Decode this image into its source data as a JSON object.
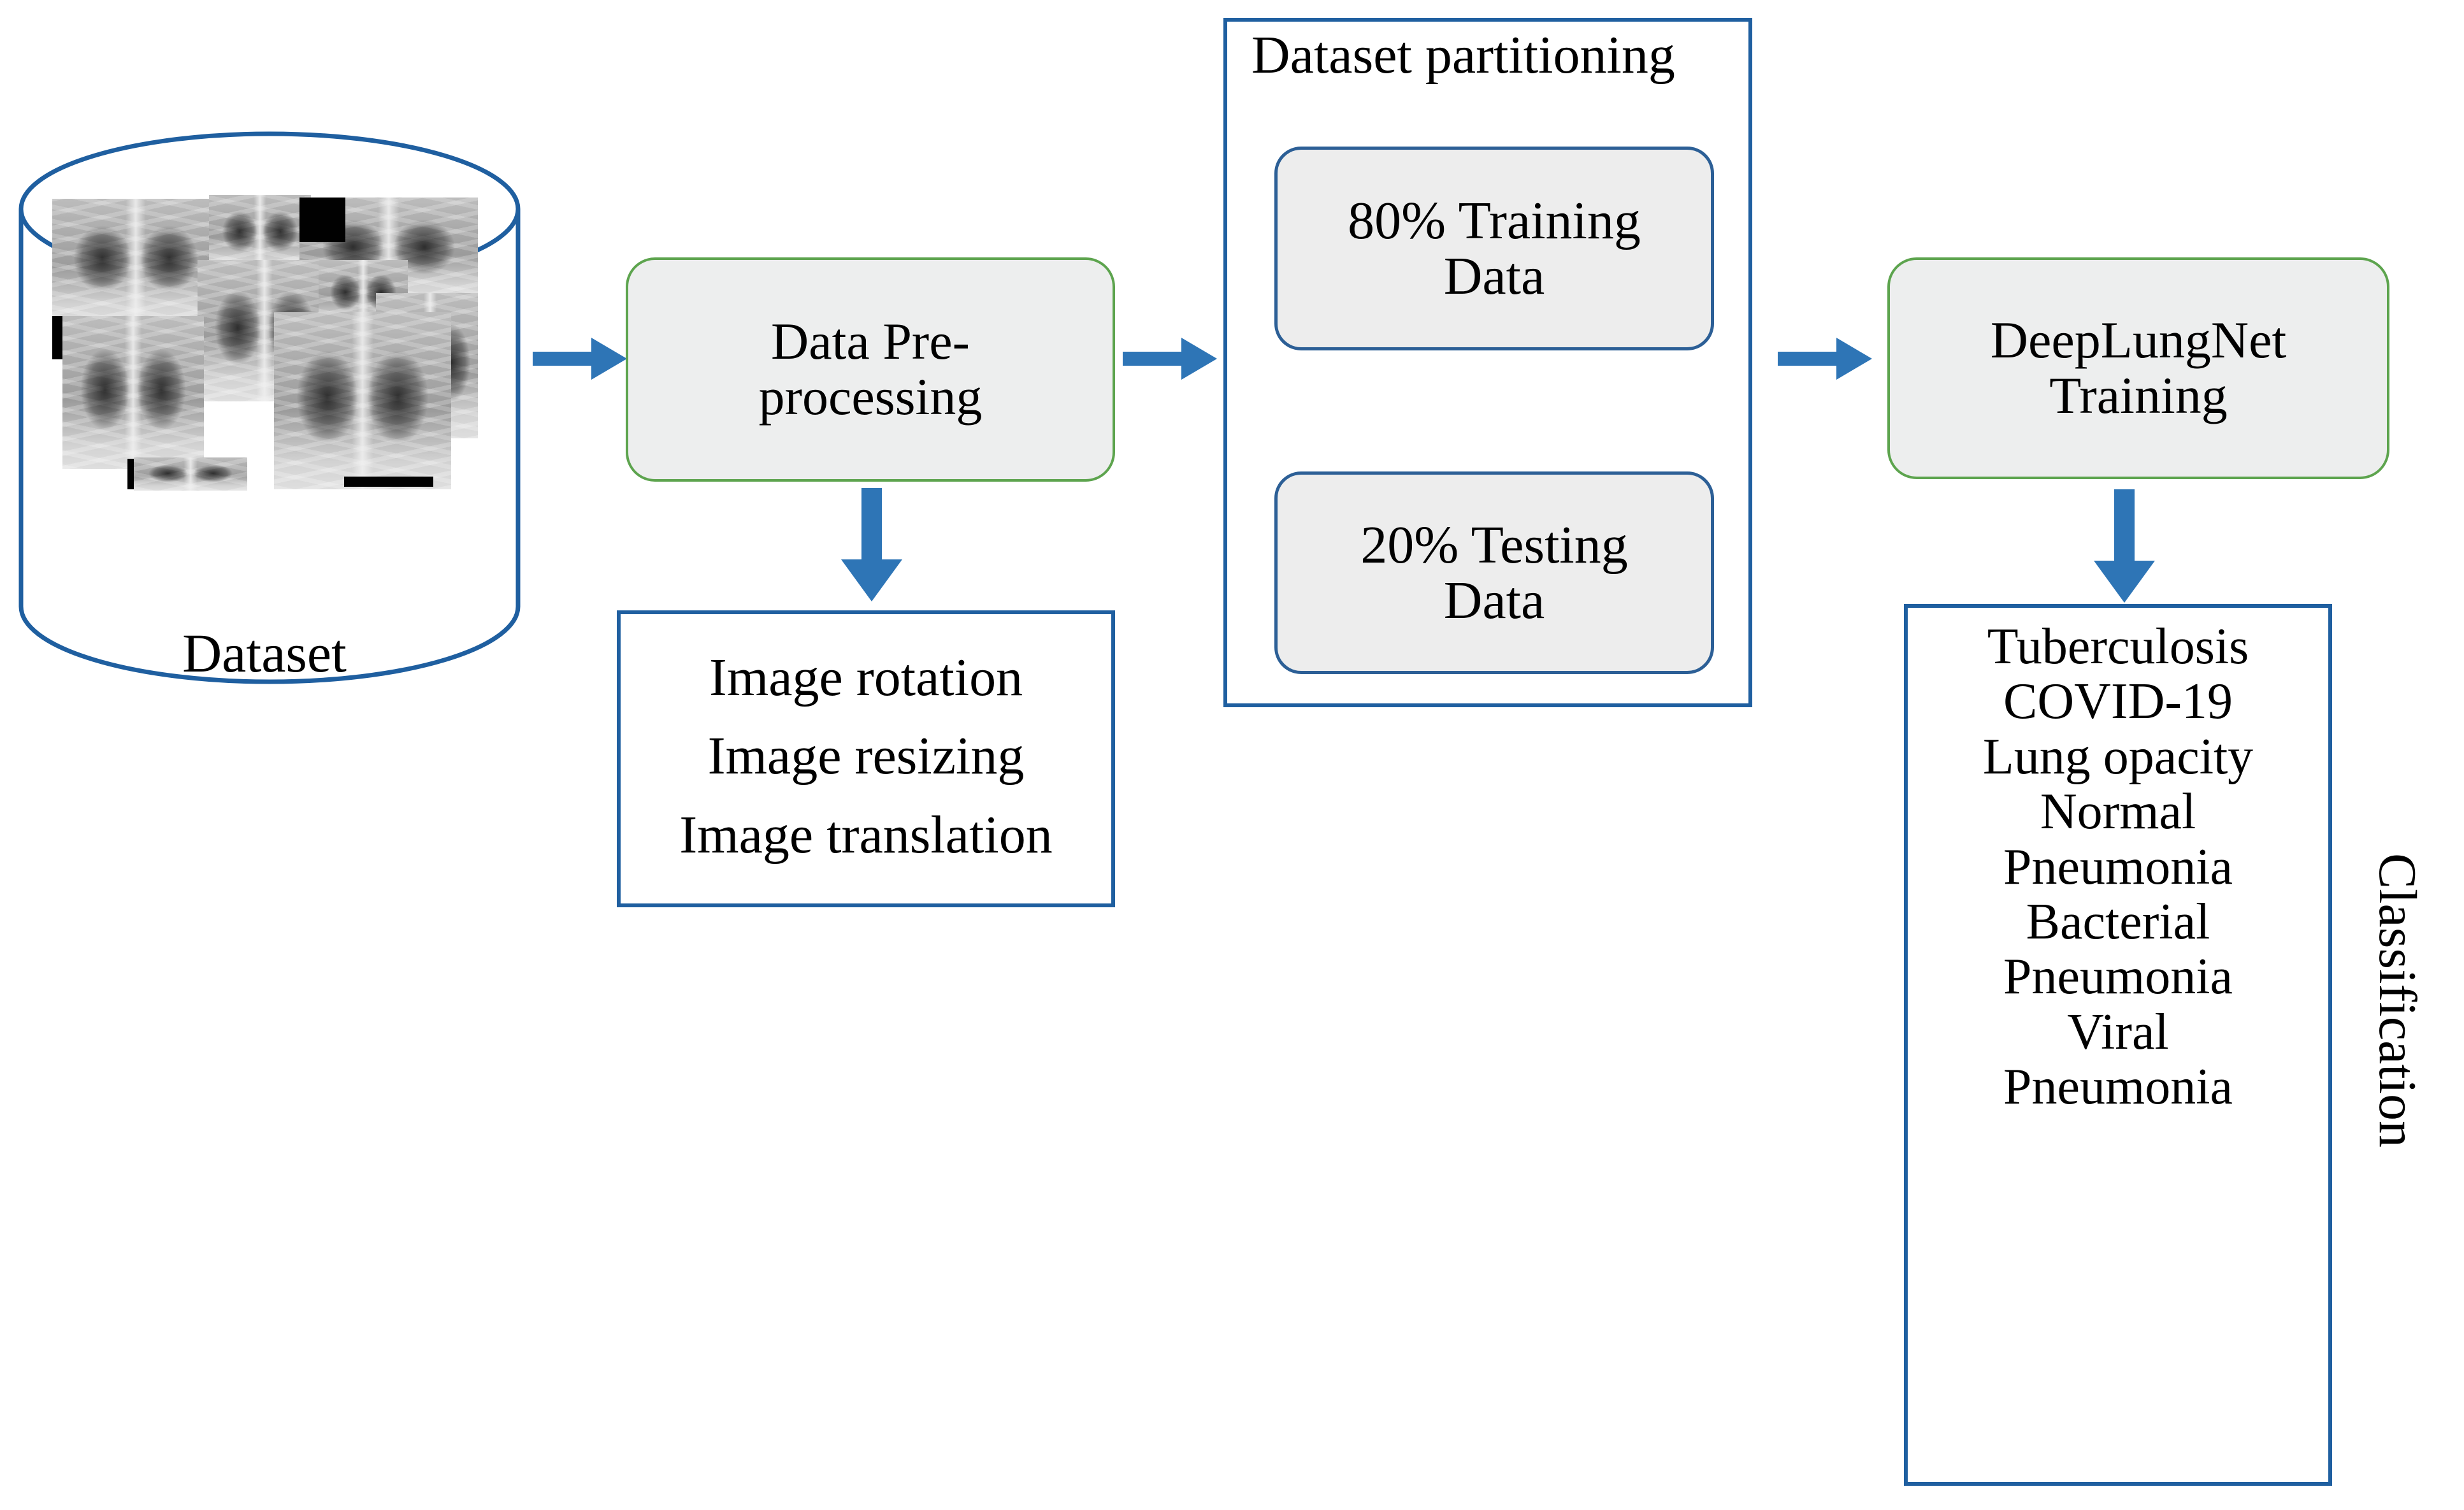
{
  "diagram": {
    "title": "DeepLungNet chest X-ray classification pipeline",
    "colors": {
      "arrow_blue": "#2E75B6",
      "cylinder_blue": "#1F5FA0",
      "box_border_blue": "#1F5FA0",
      "split_border_blue": "#2C5F96",
      "process_border_green": "#5DA44E",
      "process_fill_gray": "#EDEEEE",
      "split_fill_gray": "#EDEDED",
      "text_black": "#000000",
      "page_background": "#FFFFFF"
    }
  },
  "dataset": {
    "label": "Dataset",
    "icon": "database-cylinder-icon",
    "content_icon": "chest-xray-collage-icon",
    "xray_count": 8
  },
  "preprocessing": {
    "label": "Data Pre-\nprocessing",
    "line1": "Data Pre-",
    "line2": "processing"
  },
  "augmentation": {
    "items": [
      "Image rotation",
      "Image resizing",
      "Image translation"
    ]
  },
  "partitioning": {
    "title": "Dataset partitioning",
    "splits": [
      {
        "name": "training",
        "line1": "80% Training",
        "line2": "Data",
        "percent": 80
      },
      {
        "name": "testing",
        "line1": "20% Testing",
        "line2": "Data",
        "percent": 20
      }
    ]
  },
  "training": {
    "line1": "DeepLungNet",
    "line2": "Training"
  },
  "classification": {
    "vertical_label": "Classification",
    "classes": [
      "Tuberculosis",
      "COVID-19",
      "Lung opacity",
      "Normal",
      "Pneumonia",
      "Bacterial",
      "Pneumonia",
      "Viral",
      "Pneumonia"
    ]
  },
  "arrows": [
    {
      "name": "dataset-to-preprocessing",
      "direction": "right"
    },
    {
      "name": "preprocessing-to-partitioning",
      "direction": "right"
    },
    {
      "name": "preprocessing-to-augmentation",
      "direction": "down"
    },
    {
      "name": "partitioning-to-training",
      "direction": "right"
    },
    {
      "name": "training-to-classification",
      "direction": "down"
    }
  ]
}
